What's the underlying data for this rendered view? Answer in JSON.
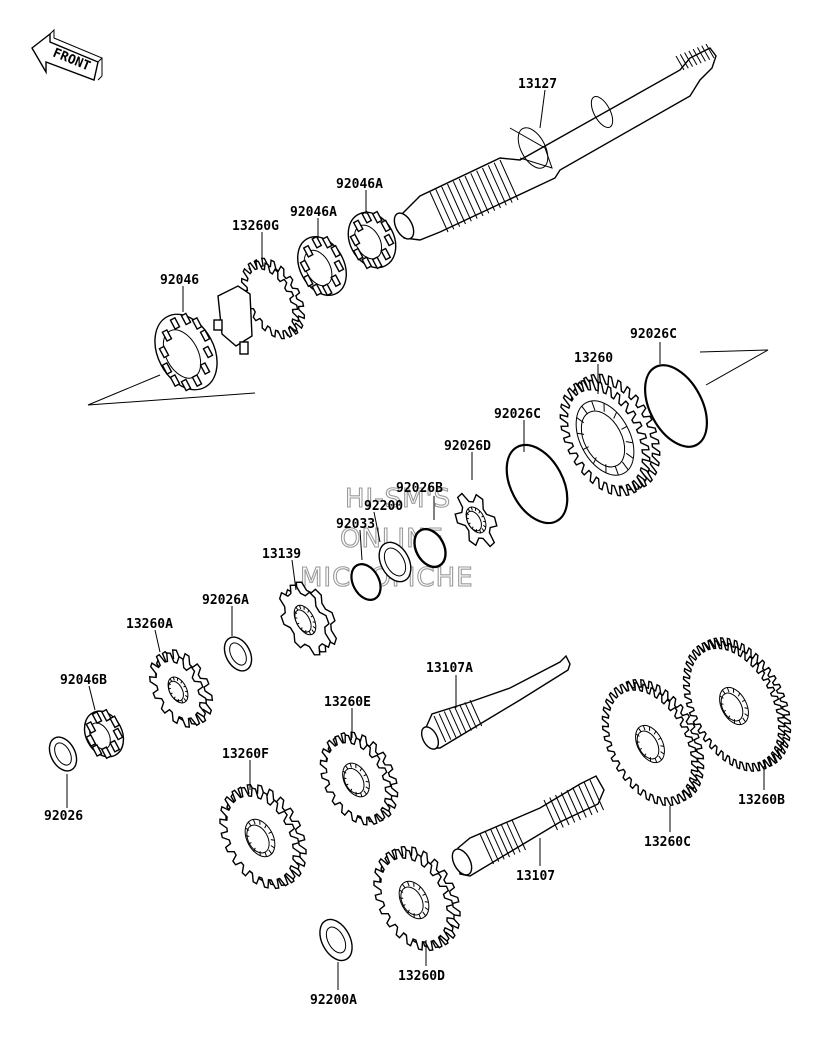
{
  "front_label": "FRONT",
  "watermark": {
    "line1": "HI-SM'S",
    "line2": "ONLINE",
    "line3": "MICROFICHE"
  },
  "labels": {
    "p13127": "13127",
    "p92046A_1": "92046A",
    "p92046A_2": "92046A",
    "p13260G": "13260G",
    "p92046": "92046",
    "p92026C_1": "92026C",
    "p13260": "13260",
    "p92026C_2": "92026C",
    "p92026D": "92026D",
    "p92026B": "92026B",
    "p92200": "92200",
    "p92033": "92033",
    "p13139": "13139",
    "p92026A": "92026A",
    "p13260A": "13260A",
    "p92046B": "92046B",
    "p92026": "92026",
    "p13107A": "13107A",
    "p13260E": "13260E",
    "p13260F": "13260F",
    "p13260B": "13260B",
    "p13260C": "13260C",
    "p13107": "13107",
    "p13260D": "13260D",
    "p92200A": "92200A"
  }
}
